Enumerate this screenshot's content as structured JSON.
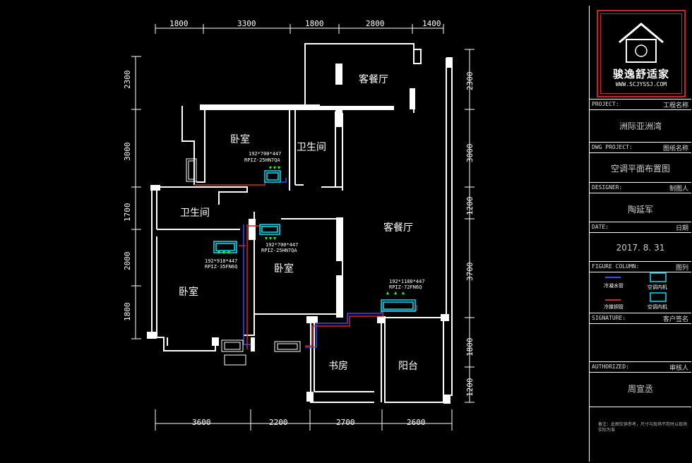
{
  "dims_top": [
    "1800",
    "3300",
    "1800",
    "2800",
    "1400"
  ],
  "dims_bottom": [
    "3600",
    "2200",
    "2700",
    "2600"
  ],
  "dims_left": [
    "2300",
    "3000",
    "1700",
    "2000",
    "1800"
  ],
  "dims_right": [
    "2300",
    "3000",
    "1200",
    "3700",
    "1800",
    "1200"
  ],
  "rooms": {
    "living_top": "客餐厅",
    "bedroom_top": "卧室",
    "bath_top": "卫生间",
    "bath_left": "卫生间",
    "living_main": "客餐厅",
    "bedroom_mid": "卧室",
    "bedroom_left": "卧室",
    "study": "书房",
    "balcony": "阳台"
  },
  "ac_units": {
    "u1_size": "192*700*447",
    "u1_model": "RPIZ-25HN7QA",
    "u2_size": "192*700*447",
    "u2_model": "RPIZ-25HN7QA",
    "u3_size": "192*910*447",
    "u3_model": "RPIZ-35FN6Q",
    "u4_size": "192*1180*447",
    "u4_model": "RPIZ-72FN6Q"
  },
  "panel": {
    "brand": "骏逸舒适家",
    "url": "WWW.SCJYSSJ.COM",
    "project_label": "PROJECT:",
    "project_cn": "工程名称",
    "project_value": "洲际亚洲湾",
    "dwg_label": "DWG PROJECT:",
    "dwg_cn": "图纸名称",
    "dwg_value": "空调平面布置图",
    "designer_label": "DESIGNER:",
    "designer_cn": "制图人",
    "designer_value": "陶延军",
    "date_label": "DATE:",
    "date_cn": "日期",
    "date_value": "2017. 8. 31",
    "figure_label": "FIGURE COLUMN:",
    "figure_cn": "图列",
    "legend_1": "冷凝水管",
    "legend_2": "空调内机",
    "legend_3": "冷媒铜管",
    "legend_4": "空调内机",
    "signature_label": "SIGNATURE:",
    "signature_cn": "客户签名",
    "authorized_label": "AUTHORIZED:",
    "authorized_cn": "审核人",
    "authorized_value": "周宣丞",
    "note": "备注：此图仅供参考，尺寸与现场不符时以现场实际为准"
  },
  "colors": {
    "wall": "#ffffff",
    "refrigerant": "#e02020",
    "drain": "#3050ff",
    "unit": "#00e5ff",
    "fan": "#2bff2b",
    "logo": "#c3272b"
  }
}
